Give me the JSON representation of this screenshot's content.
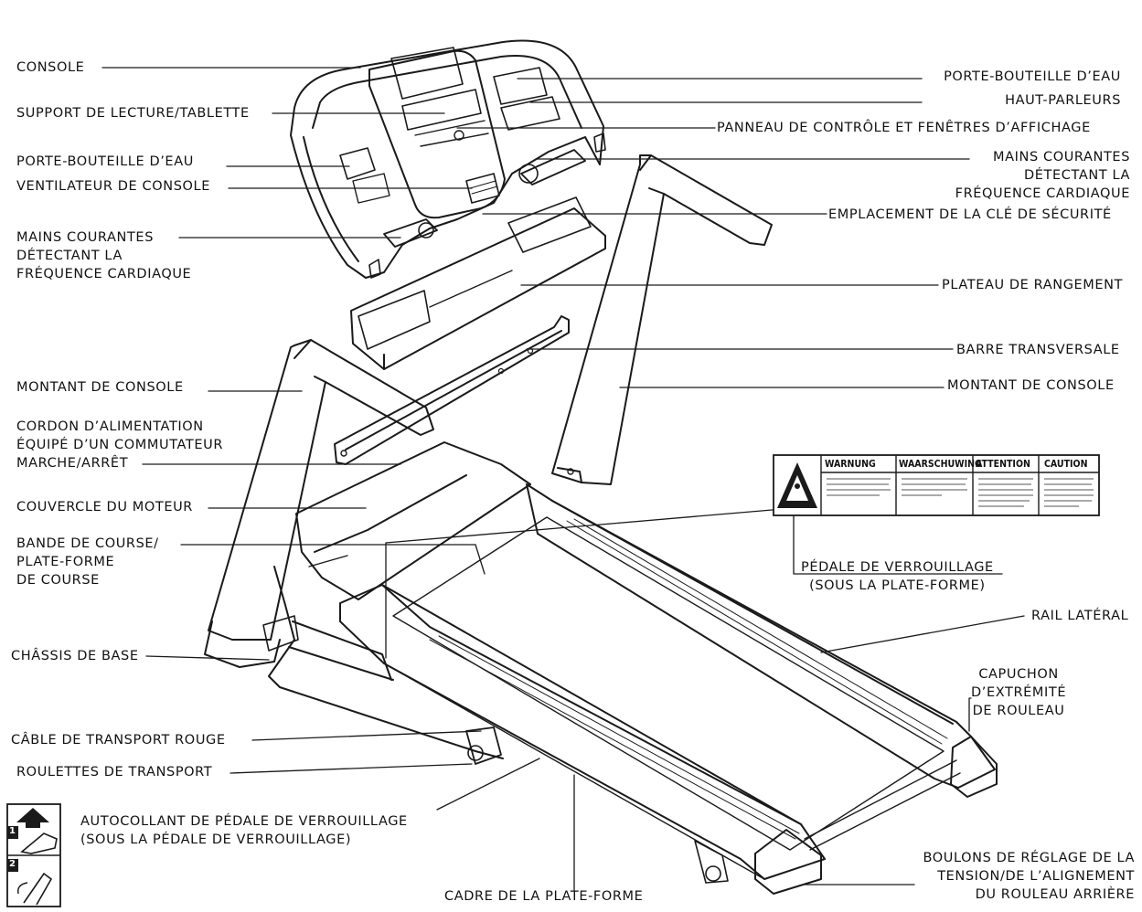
{
  "labels": {
    "console": "CONSOLE",
    "reading_support": "SUPPORT DE LECTURE/TABLETTE",
    "bottle_holder_left": "PORTE-BOUTEILLE D’EAU",
    "console_fan": "VENTILATEUR DE CONSOLE",
    "hr_grips_left": "MAINS COURANTES\nDÉTECTANT LA\nFRÉQUENCE CARDIAQUE",
    "bottle_holder_right": "PORTE-BOUTEILLE D’EAU",
    "speakers": "HAUT-PARLEURS",
    "control_panel": "PANNEAU DE CONTRÔLE ET FENÊTRES D’AFFICHAGE",
    "hr_grips_right": "MAINS COURANTES\nDÉTECTANT LA\nFRÉQUENCE CARDIAQUE",
    "safety_key": "EMPLACEMENT DE LA CLÉ DE SÉCURITÉ",
    "storage_tray": "PLATEAU DE RANGEMENT",
    "crossbar": "BARRE TRANSVERSALE",
    "upright_left": "MONTANT DE CONSOLE",
    "upright_right": "MONTANT DE CONSOLE",
    "power_cord": "CORDON D’ALIMENTATION\nÉQUIPÉ D’UN COMMUTATEUR\nMARCHE/ARRÊT",
    "motor_cover": "COUVERCLE DU MOTEUR",
    "belt_deck": "BANDE DE COURSE/\nPLATE-FORME\nDE COURSE",
    "lock_pedal": "PÉDALE DE VERROUILLAGE\n(SOUS LA PLATE-FORME)",
    "side_rail": "RAIL LATÉRAL",
    "end_cap": "CAPUCHON\nD’EXTRÉMITÉ\nDE ROULEAU",
    "base_frame": "CHÂSSIS DE BASE",
    "red_cable": "CÂBLE DE TRANSPORT ROUGE",
    "wheels": "ROULETTES DE TRANSPORT",
    "pedal_sticker": "AUTOCOLLANT DE PÉDALE DE VERROUILLAGE\n(SOUS LA PÉDALE DE VERROUILLAGE)",
    "deck_frame": "CADRE DE LA PLATE-FORME",
    "rear_roller_bolts": "BOULONS DE RÉGLAGE DE LA\nTENSION/DE L’ALIGNEMENT\nDU ROULEAU ARRIÈRE"
  },
  "warning": {
    "headers": [
      "WARNUNG",
      "WAARSCHUWING",
      "ATTENTION",
      "CAUTION"
    ]
  },
  "sticker": {
    "steps": [
      "1",
      "2"
    ]
  }
}
